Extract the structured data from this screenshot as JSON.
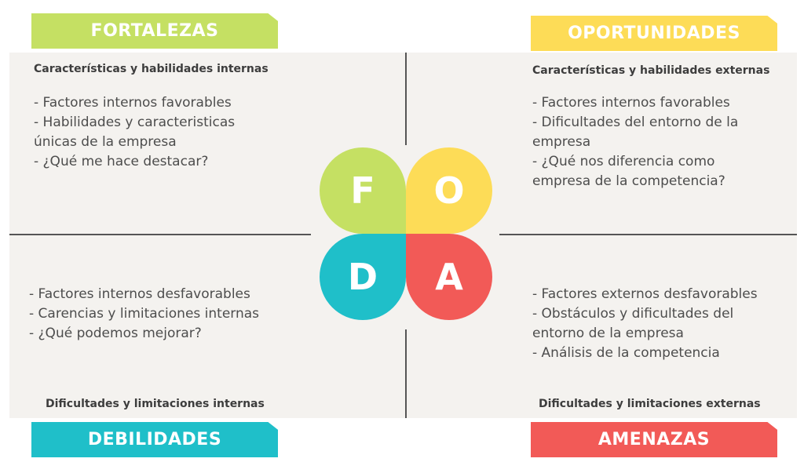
{
  "quadrants": {
    "fortalezas": {
      "title": "FORTALEZAS",
      "subtitle": "Características y habilidades internas",
      "items": [
        "- Factores internos favorables",
        "- Habilidades y caracteristicas únicas de la empresa",
        "- ¿Qué me hace destacar?"
      ],
      "color": "#c5e063"
    },
    "oportunidades": {
      "title": "OPORTUNIDADES",
      "subtitle": "Características y habilidades externas",
      "items": [
        "- Factores internos favorables",
        "- Dificultades del entorno de la empresa",
        "- ¿Qué nos diferencia como empresa de la competencia?"
      ],
      "color": "#fddc57"
    },
    "debilidades": {
      "title": "DEBILIDADES",
      "subtitle": "Dificultades y limitaciones internas",
      "items": [
        "- Factores internos desfavorables",
        "- Carencias y limitaciones internas",
        "- ¿Qué podemos mejorar?"
      ],
      "color": "#1fbfc9"
    },
    "amenazas": {
      "title": "AMENAZAS",
      "subtitle": "Dificultades y limitaciones externas",
      "items": [
        "- Factores externos desfavorables",
        "- Obstáculos y dificultades del entorno de la empresa",
        "- Análisis de la competencia"
      ],
      "color": "#f25a57"
    }
  },
  "center": {
    "f": "F",
    "o": "O",
    "d": "D",
    "a": "A"
  }
}
